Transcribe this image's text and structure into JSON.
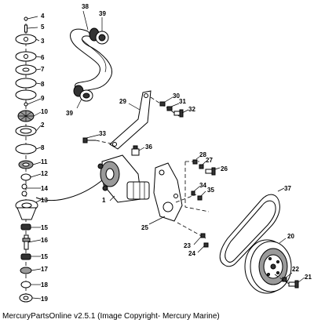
{
  "caption": "MercuryPartsOnline v2.5.1 (Image Copyright- Mercury Marine)",
  "callouts": {
    "n1": "1",
    "n2": "2",
    "n3": "3",
    "n4": "4",
    "n5": "5",
    "n6": "6",
    "n7": "7",
    "n8": "8",
    "n9": "9",
    "n10": "10",
    "n11": "11",
    "n12": "12",
    "n13": "13",
    "n14": "14",
    "n15": "15",
    "n16": "16",
    "n17": "17",
    "n18": "18",
    "n19": "19",
    "n20": "20",
    "n21": "21",
    "n22": "22",
    "n23": "23",
    "n24": "24",
    "n25": "25",
    "n26": "26",
    "n27": "27",
    "n28": "28",
    "n29": "29",
    "n30": "30",
    "n31": "31",
    "n32": "32",
    "n33": "33",
    "n34": "34",
    "n35": "35",
    "n36": "36",
    "n37": "37",
    "n38": "38",
    "n39": "39"
  }
}
